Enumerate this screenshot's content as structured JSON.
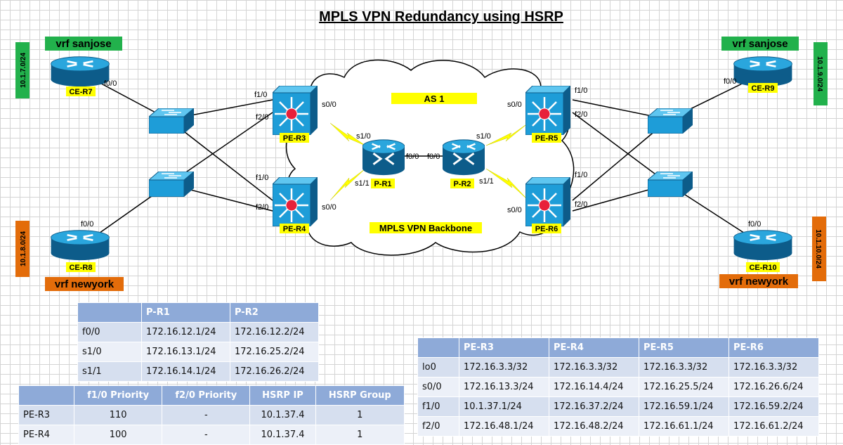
{
  "title": "MPLS VPN Redundancy using HSRP",
  "colors": {
    "vrf_sanjose": "#22b14c",
    "vrf_newyork": "#e36c0a",
    "label_yellow": "#ffff00",
    "device_blue": "#1e9dd8",
    "table_header": "#8eaad8"
  },
  "vrf": {
    "sanjose": "vrf sanjose",
    "newyork": "vrf newyork"
  },
  "networks": {
    "r7": "10.1.7.0/24",
    "r8": "10.1.8.0/24",
    "r9": "10.1.9.0/24",
    "r10": "10.1.10.0/24"
  },
  "cloud": {
    "as": "AS 1",
    "backbone": "MPLS VPN Backbone"
  },
  "devices": {
    "ce_r7": "CE-R7",
    "ce_r8": "CE-R8",
    "ce_r9": "CE-R9",
    "ce_r10": "CE-R10",
    "pe_r3": "PE-R3",
    "pe_r4": "PE-R4",
    "pe_r5": "PE-R5",
    "pe_r6": "PE-R6",
    "p_r1": "P-R1",
    "p_r2": "P-R2"
  },
  "interfaces": {
    "ce_r7_f00": "f0/0",
    "ce_r8_f00": "f0/0",
    "ce_r9_f00": "f0/0",
    "ce_r10_f00": "f0/0",
    "pe_r3_f10": "f1/0",
    "pe_r3_f20": "f2/0",
    "pe_r3_s00": "s0/0",
    "pe_r4_f10": "f1/0",
    "pe_r4_f20": "f2/0",
    "pe_r4_s00": "s0/0",
    "pe_r5_f10": "f1/0",
    "pe_r5_f20": "f2/0",
    "pe_r5_s00": "s0/0",
    "pe_r6_f10": "f1/0",
    "pe_r6_f20": "f2/0",
    "pe_r6_s00": "s0/0",
    "p_r1_s10": "s1/0",
    "p_r1_s11": "s1/1",
    "p_r1_f00": "f0/0",
    "p_r2_s10": "s1/0",
    "p_r2_s11": "s1/1",
    "p_r2_f00": "f0/0"
  },
  "p_table": {
    "headers": [
      "",
      "P-R1",
      "P-R2"
    ],
    "rows": [
      [
        "f0/0",
        "172.16.12.1/24",
        "172.16.12.2/24"
      ],
      [
        "s1/0",
        "172.16.13.1/24",
        "172.16.25.2/24"
      ],
      [
        "s1/1",
        "172.16.14.1/24",
        "172.16.26.2/24"
      ]
    ]
  },
  "hsrp_table": {
    "headers": [
      "",
      "f1/0 Priority",
      "f2/0 Priority",
      "HSRP IP",
      "HSRP Group"
    ],
    "rows": [
      [
        "PE-R3",
        "110",
        "-",
        "10.1.37.4",
        "1"
      ],
      [
        "PE-R4",
        "100",
        "-",
        "10.1.37.4",
        "1"
      ]
    ]
  },
  "pe_table": {
    "headers": [
      "",
      "PE-R3",
      "PE-R4",
      "PE-R5",
      "PE-R6"
    ],
    "rows": [
      [
        "lo0",
        "172.16.3.3/32",
        "172.16.3.3/32",
        "172.16.3.3/32",
        "172.16.3.3/32"
      ],
      [
        "s0/0",
        "172.16.13.3/24",
        "172.16.14.4/24",
        "172.16.25.5/24",
        "172.16.26.6/24"
      ],
      [
        "f1/0",
        "10.1.37.1/24",
        "172.16.37.2/24",
        "172.16.59.1/24",
        "172.16.59.2/24"
      ],
      [
        "f2/0",
        "172.16.48.1/24",
        "172.16.48.2/24",
        "172.16.61.1/24",
        "172.16.61.2/24"
      ]
    ]
  }
}
